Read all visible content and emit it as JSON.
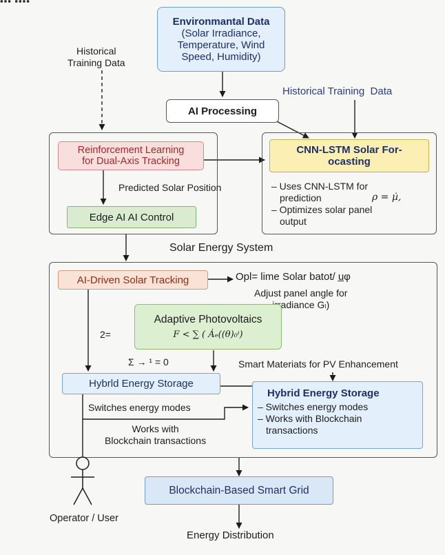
{
  "top_strip": "▪▪▪ ▪▪▪▪",
  "env_data": [
    "Environmantal Data",
    "(Solar Irradiance,",
    "Temperature, Wind",
    "Speed, Humidity)"
  ],
  "historical_left": [
    "Historical",
    "Training Data"
  ],
  "ai_processing": "AI Processing",
  "historical_right": "Historical Training  Data",
  "rl_box": [
    "Reinforcement Learning",
    "for Dual-Axis Tracking"
  ],
  "predicted_position": "Predicted Solar Position",
  "edge_ai": "Edge AI AI Control",
  "cnn_title": [
    "CNN-LSTM Solar For-",
    "ocasting"
  ],
  "cnn_bullets": [
    "– Uses CNN-LSTM for",
    "prediction",
    "– Optimizes solar panel",
    "output"
  ],
  "cnn_formula": "ρ = µ̇,",
  "solar_system_title": "Solar Energy System",
  "ai_tracking": "AI-Driven Solar Tracking",
  "opl_text": "Opl= lime Solar batot/ u̲φ",
  "adjust_text": [
    "Adjust panel angle for",
    "irradiance Gₗ)"
  ],
  "adaptive_title": "Adaptive Photovoltaics",
  "adaptive_formula": "F <  ∑ ( Ȧₑ((θ)₀ⁱ)",
  "two_eq": "2=",
  "sigma_eq": "Σ → ¹ = 0",
  "smart_materials": "Smart Materiats for PV Enhancement",
  "hybrid_left": "Hybrld Energy Storage",
  "switches_left": "Switches energy modes",
  "works_left": [
    "Works with",
    "Blockchain transactions"
  ],
  "hybrid_right_title": "Hybrid Energy Storage",
  "hybrid_right_bullets": [
    "– Switches energy modes",
    "– Works with Blockchain",
    "transactions"
  ],
  "operator": "Operator / User",
  "blockchain": "Blockchain-Based Smart Grid",
  "energy_distribution": "Energy Distribution",
  "colors": {
    "env_fill": "#e3effb",
    "env_border": "#6f9dc9",
    "rl_fill": "#f9dede",
    "rl_border": "#cf8a8a",
    "edge_fill": "#d9ecd0",
    "edge_border": "#86b576",
    "cnn_fill": "#fbefb3",
    "cnn_border": "#c9b04e",
    "track_fill": "#fbe2d6",
    "track_border": "#d49a7e",
    "pv_fill": "#dcefd0",
    "pv_border": "#8dbd74",
    "hybrid_fill": "#e3effb",
    "hybrid_border": "#7aa5cf",
    "grid_fill": "#d9e7f6",
    "grid_border": "#6f9dc9",
    "navy_text": "#1f2f66",
    "blue_text": "#2a3d7a"
  }
}
